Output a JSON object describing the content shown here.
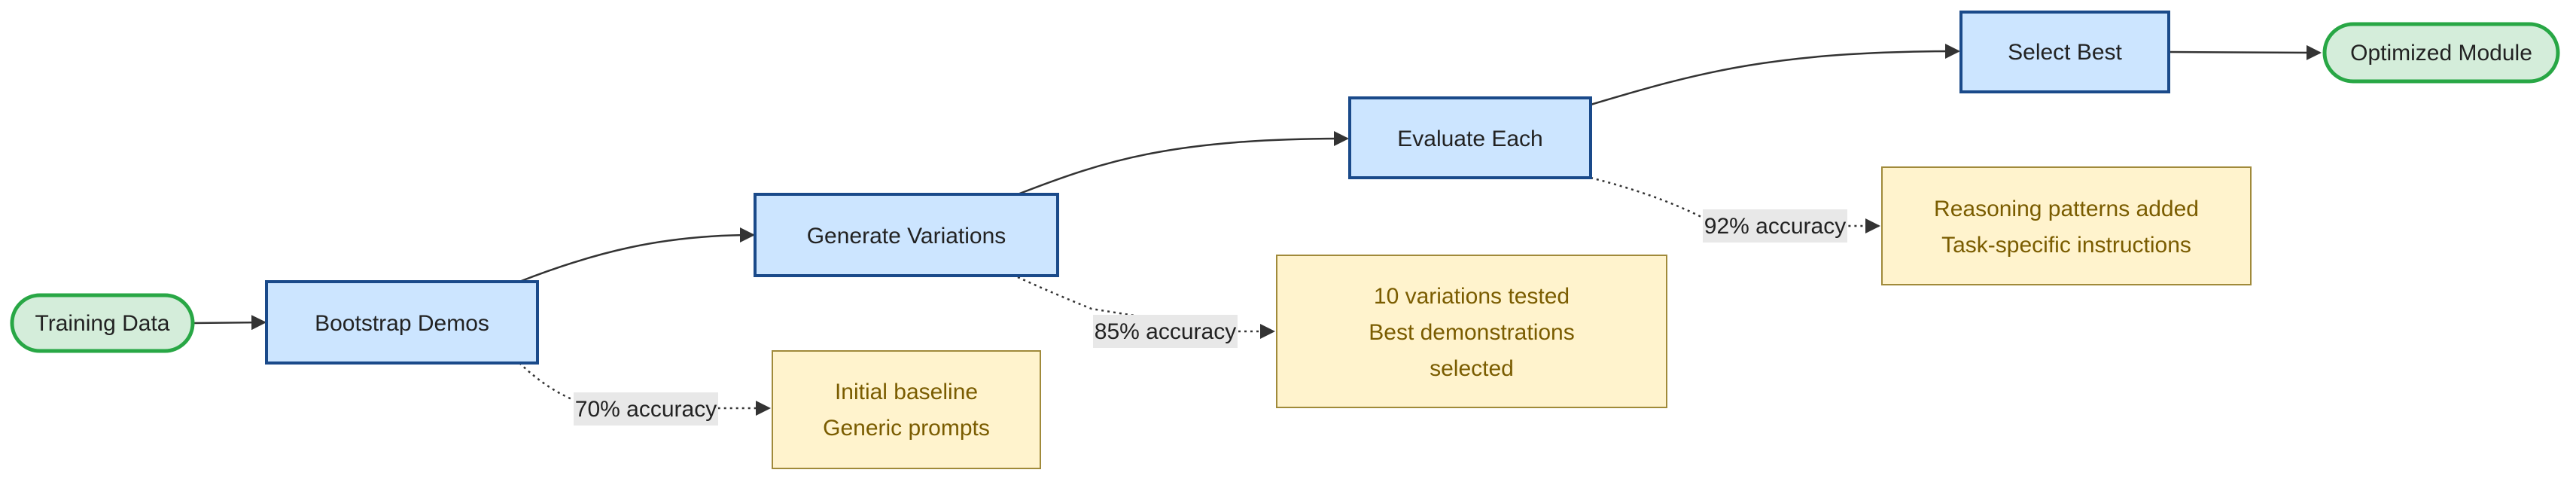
{
  "colors": {
    "start_fill": "#d4edda",
    "start_stroke": "#28a745",
    "process_fill": "#cce5ff",
    "process_stroke": "#1a4a8a",
    "note_fill": "#fff3cd",
    "note_stroke": "#a08a3a",
    "note_text": "#7a5c00",
    "edge": "#333333",
    "edge_label_bg": "#e8e8e8"
  },
  "nodes": {
    "training_data": "Training Data",
    "bootstrap_demos": "Bootstrap Demos",
    "generate_variations": "Generate Variations",
    "evaluate_each": "Evaluate Each",
    "select_best": "Select Best",
    "optimized_module": "Optimized Module"
  },
  "notes": {
    "baseline": {
      "line1": "Initial baseline",
      "line2": "Generic prompts"
    },
    "variations": {
      "line1": "10 variations tested",
      "line2": "Best demonstrations",
      "line3": "selected"
    },
    "reasoning": {
      "line1": "Reasoning patterns added",
      "line2": "Task-specific instructions"
    }
  },
  "edge_labels": {
    "bootstrap_to_baseline": "70% accuracy",
    "generate_to_variations": "85% accuracy",
    "evaluate_to_reasoning": "92% accuracy"
  }
}
